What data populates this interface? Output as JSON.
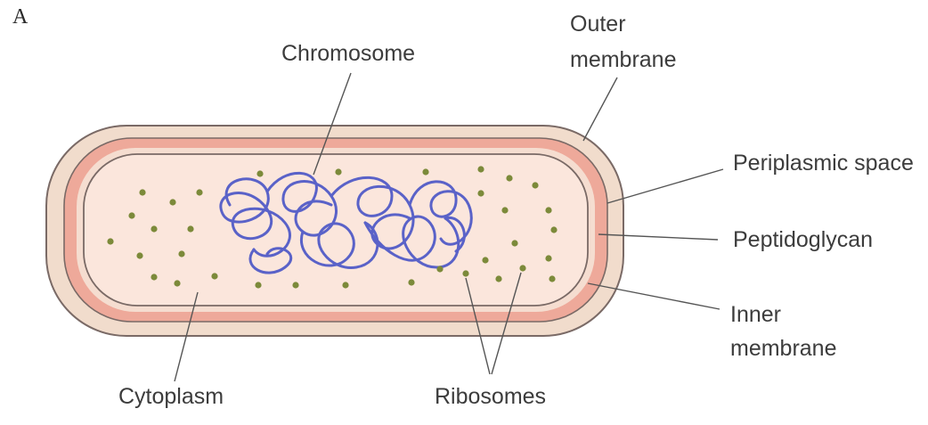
{
  "panel_letter": "A",
  "labels": {
    "chromosome": "Chromosome",
    "outer_membrane_line1": "Outer",
    "outer_membrane_line2": "membrane",
    "periplasmic_space": "Periplasmic space",
    "peptidoglycan": "Peptidoglycan",
    "inner_membrane_line1": "Inner",
    "inner_membrane_line2": "membrane",
    "cytoplasm": "Cytoplasm",
    "ribosomes": "Ribosomes"
  },
  "colors": {
    "outer_layer": "#f1dccc",
    "peptidoglycan_band": "#eea99a",
    "periplasm_gap": "#f5ddd0",
    "cytoplasm": "#fbe6dc",
    "outline": "#7a6a66",
    "chromosome": "#5a62c8",
    "ribosome": "#7c8a3a",
    "leader_line": "#555555"
  }
}
